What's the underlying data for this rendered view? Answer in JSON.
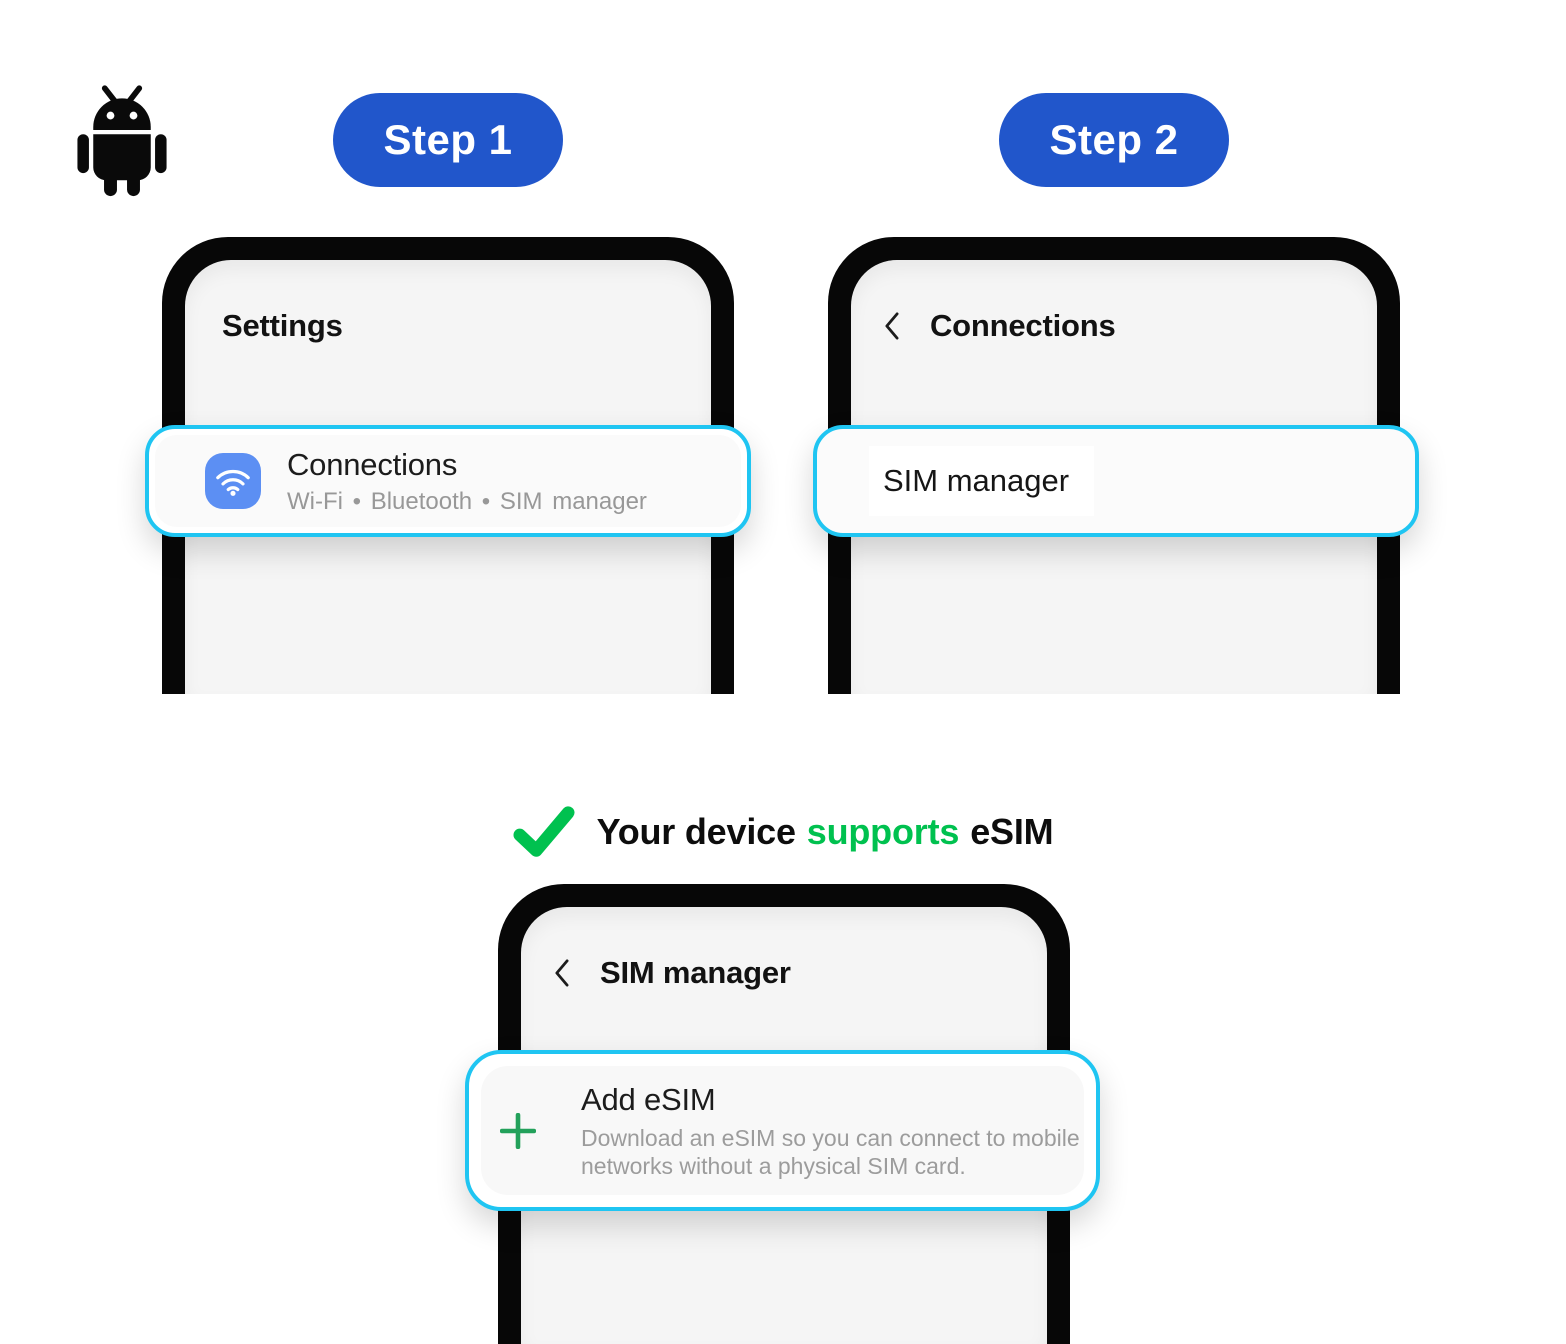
{
  "platform_icon": "android-robot",
  "badges": {
    "step1": "Step 1",
    "step2": "Step 2"
  },
  "screens": {
    "settings": {
      "title": "Settings",
      "connections_row": {
        "icon": "wifi",
        "title": "Connections",
        "subtitle": "Wi-Fi • Bluetooth • SIM manager"
      }
    },
    "connections": {
      "title": "Connections",
      "sim_manager_row": {
        "title": "SIM manager"
      }
    },
    "sim_manager": {
      "title": "SIM manager",
      "add_esim_row": {
        "icon": "plus",
        "title": "Add eSIM",
        "description": "Download an eSIM so you can connect to mobile networks without a physical SIM card."
      }
    }
  },
  "result": {
    "prefix": "Your device",
    "highlight": "supports",
    "suffix": "eSIM"
  },
  "colors": {
    "step_badge_blue": "#2156CB",
    "highlight_border_cyan": "#1FC5F2",
    "success_green": "#00C14F",
    "plus_green": "#23A15B",
    "wifi_icon_blue": "#5C8FF3",
    "screen_gray": "#F5F5F5",
    "frame_black": "#070707"
  }
}
